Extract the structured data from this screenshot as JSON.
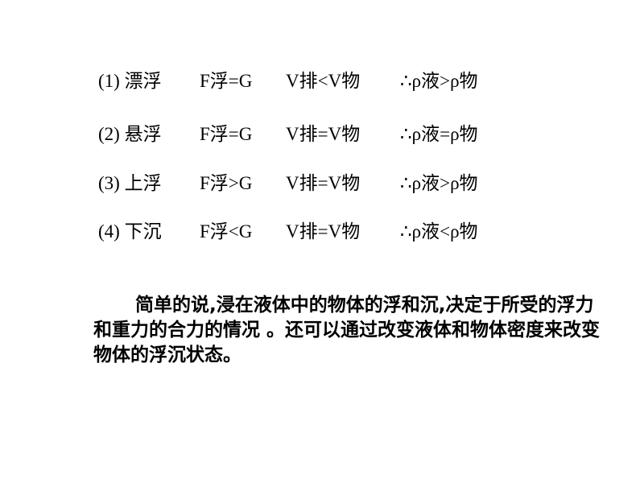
{
  "states": [
    {
      "case": "(1) 漂浮",
      "force": "F浮=G",
      "volume": "V排<V物",
      "density": "∴ρ液>ρ物"
    },
    {
      "case": "(2) 悬浮",
      "force": "F浮=G",
      "volume": "V排=V物",
      "density": "∴ρ液=ρ物"
    },
    {
      "case": "(3) 上浮",
      "force": "F浮>G",
      "volume": "V排=V物",
      "density": "∴ρ液>ρ物"
    },
    {
      "case": "(4) 下沉",
      "force": "F浮<G",
      "volume": "V排=V物",
      "density": "∴ρ液<ρ物"
    }
  ],
  "summary": "简单的说,浸在液体中的物体的浮和沉,决定于所受的浮力和重力的合力的情况 。还可以通过改变液体和物体密度来改变物体的浮沉状态。"
}
